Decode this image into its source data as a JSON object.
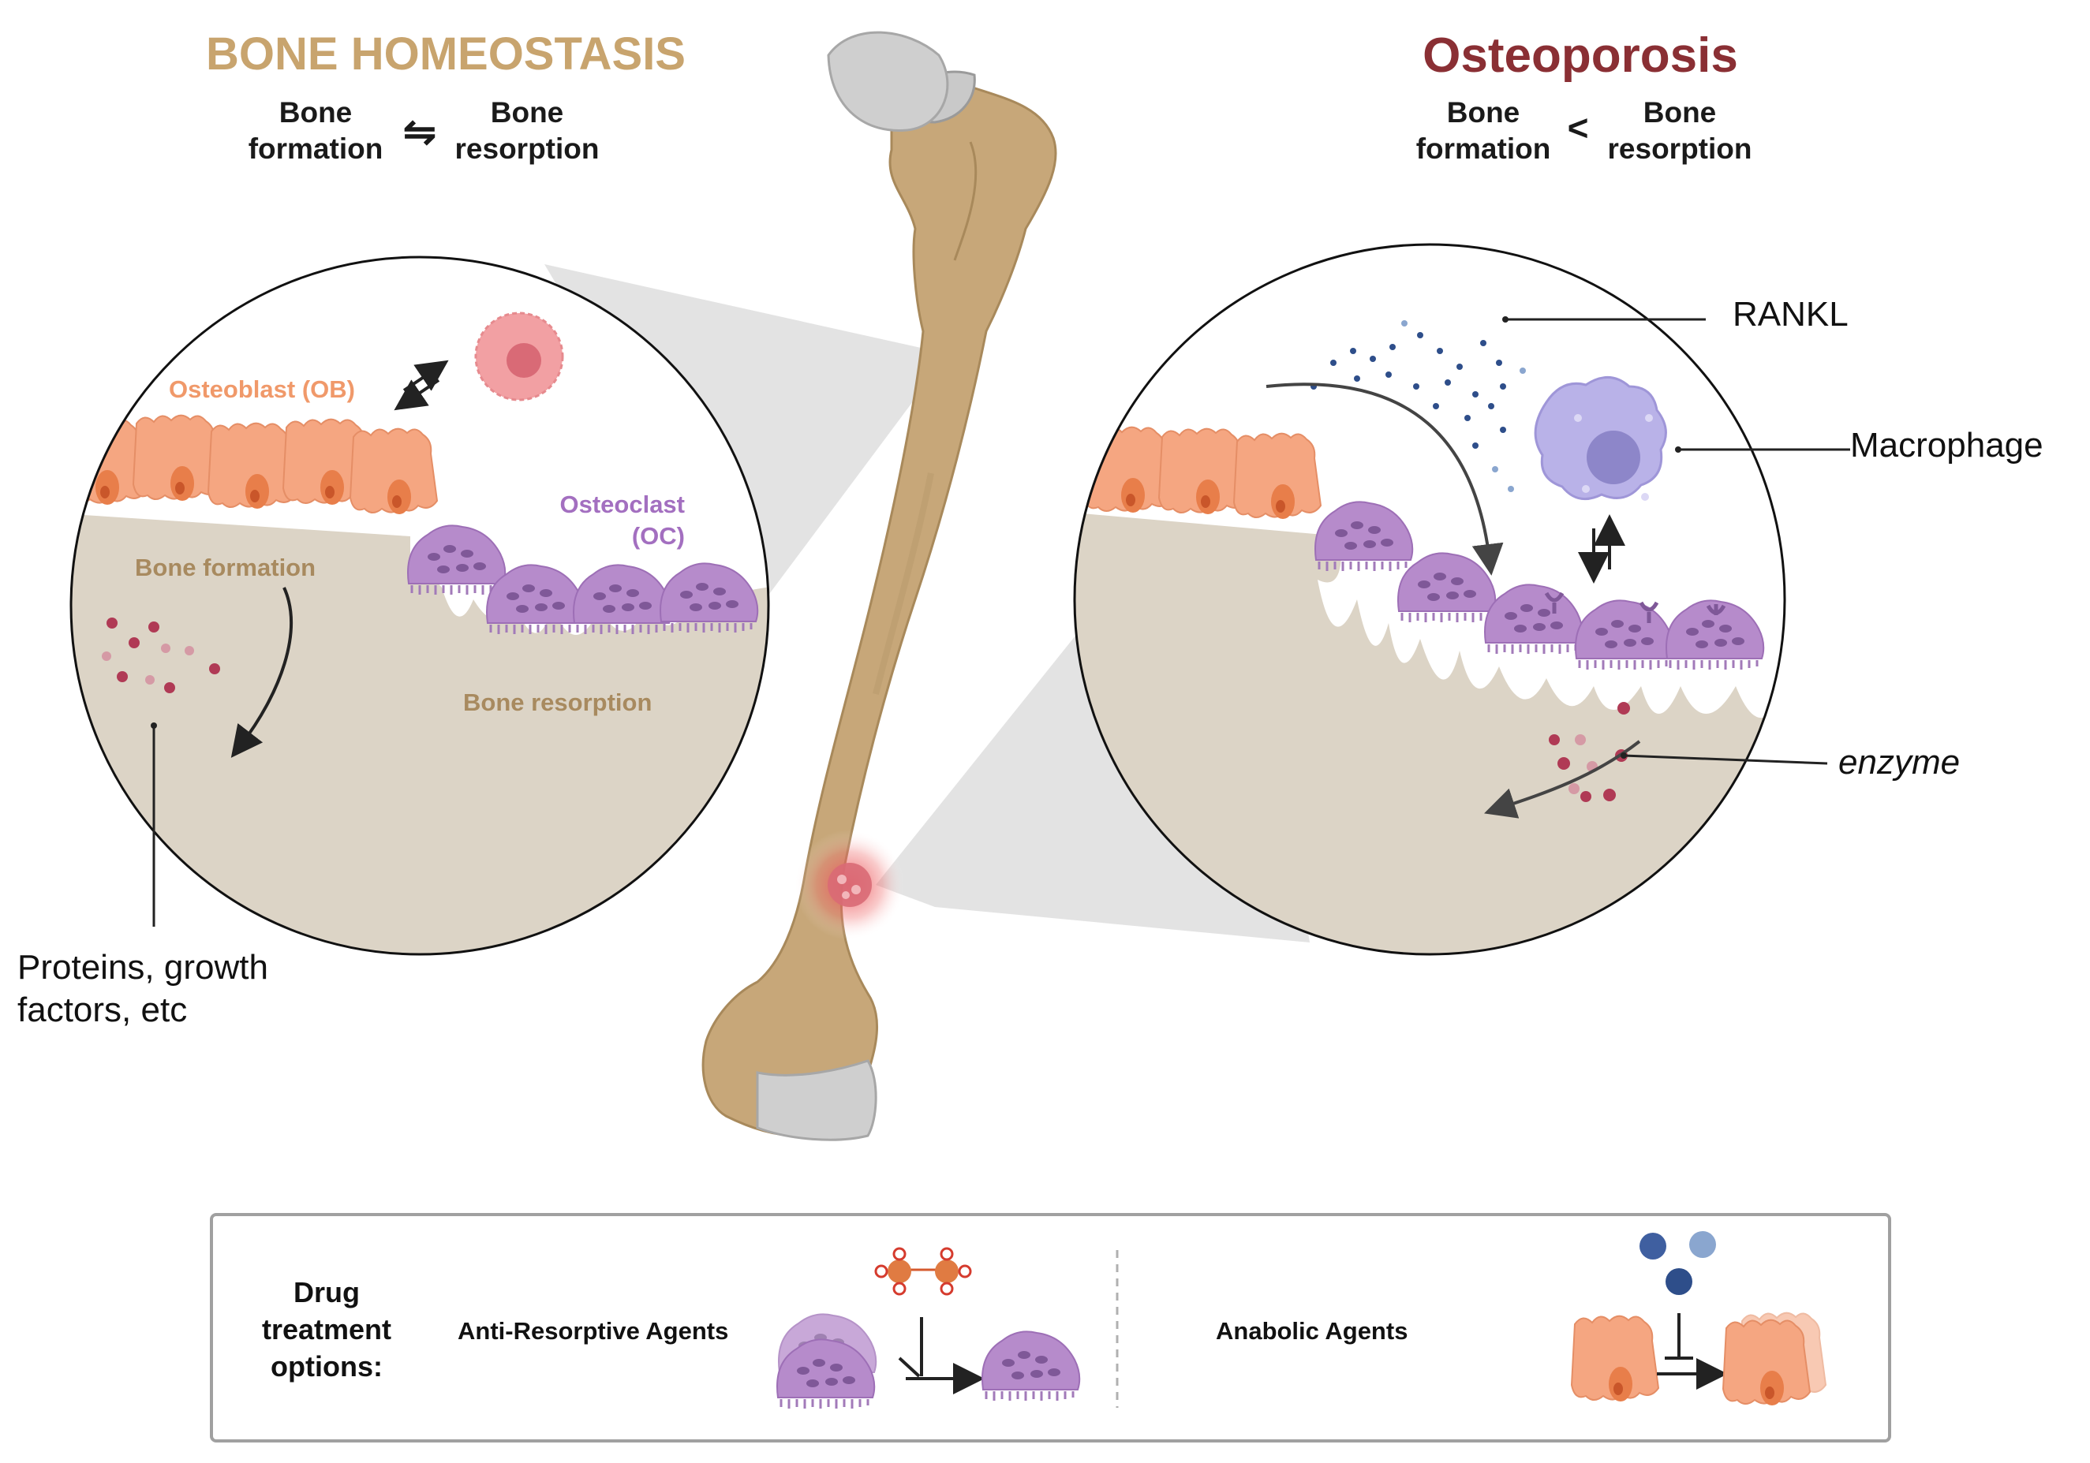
{
  "homeostasis": {
    "title": "BONE HOMEOSTASIS",
    "left_line1": "Bone",
    "left_line2": "formation",
    "right_line1": "Bone",
    "right_line2": "resorption",
    "relation_symbol": "⇋",
    "osteoblast_label": "Osteoblast (OB)",
    "osteoclast_label_1": "Osteoclast",
    "osteoclast_label_2": "(OC)",
    "bone_formation_label": "Bone formation",
    "bone_resorption_label": "Bone resorption",
    "proteins_line1": "Proteins, growth",
    "proteins_line2": "factors, etc"
  },
  "osteoporosis": {
    "title": "Osteoporosis",
    "left_line1": "Bone",
    "left_line2": "formation",
    "relation_symbol": "<",
    "right_line1": "Bone",
    "right_line2": "resorption",
    "rankl_label": "RANKL",
    "macrophage_label": "Macrophage",
    "enzyme_label": "enzyme"
  },
  "drug_box": {
    "heading_line1": "Drug",
    "heading_line2": "treatment",
    "heading_line3": "options:",
    "anti_resorptive_label": "Anti-Resorptive Agents",
    "anabolic_label": "Anabolic Agents"
  },
  "colors": {
    "bone": "#c7a779",
    "bone_matrix": "#dcd4c6",
    "osteoblast": "#f5a07a",
    "osteoclast": "#b48ac8",
    "macrophage": "#b7b0e6",
    "title_gold": "#c8a46e",
    "title_red": "#8a2f34",
    "enzyme": "#b03a55"
  }
}
